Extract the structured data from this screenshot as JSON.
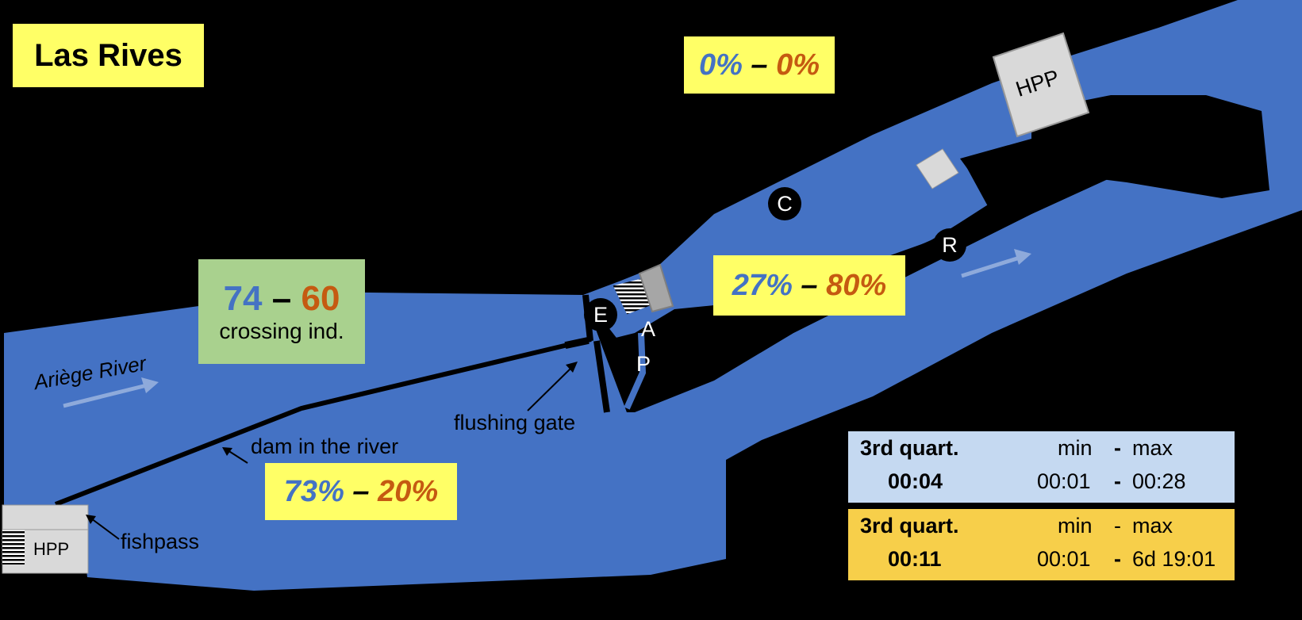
{
  "title": "Las Rives",
  "colors": {
    "river": "#4472c4",
    "label_yellow": "#ffff66",
    "green": "#a9d18e",
    "table_blue": "#c5d9f1",
    "table_orange": "#f7cf4a",
    "pct_blue": "#4472c4",
    "pct_orange": "#c55a11"
  },
  "percentages": {
    "top": {
      "blue": "0%",
      "sep": "–",
      "orange": "0%"
    },
    "middle": {
      "blue": "27%",
      "sep": "–",
      "orange": "80%"
    },
    "bottom": {
      "blue": "73%",
      "sep": "–",
      "orange": "20%"
    }
  },
  "crossing": {
    "blue": "74",
    "sep": "–",
    "orange": "60",
    "label": "crossing ind."
  },
  "labels": {
    "river": "Ariège River",
    "flushing_gate": "flushing gate",
    "dam": "dam in the river",
    "fishpass": "fishpass",
    "hpp_top": "HPP",
    "hpp_bottom": "HPP"
  },
  "points": {
    "E": "E",
    "A": "A",
    "P": "P",
    "C": "C",
    "R": "R"
  },
  "table": [
    {
      "h1": "3rd quart.",
      "h2": "min",
      "hsep": "-",
      "h3": "max",
      "v1": "00:04",
      "v2": "00:01",
      "vsep": "-",
      "v3": "00:28"
    },
    {
      "h1": "3rd quart.",
      "h2": "min",
      "hsep": "-",
      "h3": "max",
      "v1": "00:11",
      "v2": "00:01",
      "vsep": "-",
      "v3": "6d 19:01"
    }
  ]
}
